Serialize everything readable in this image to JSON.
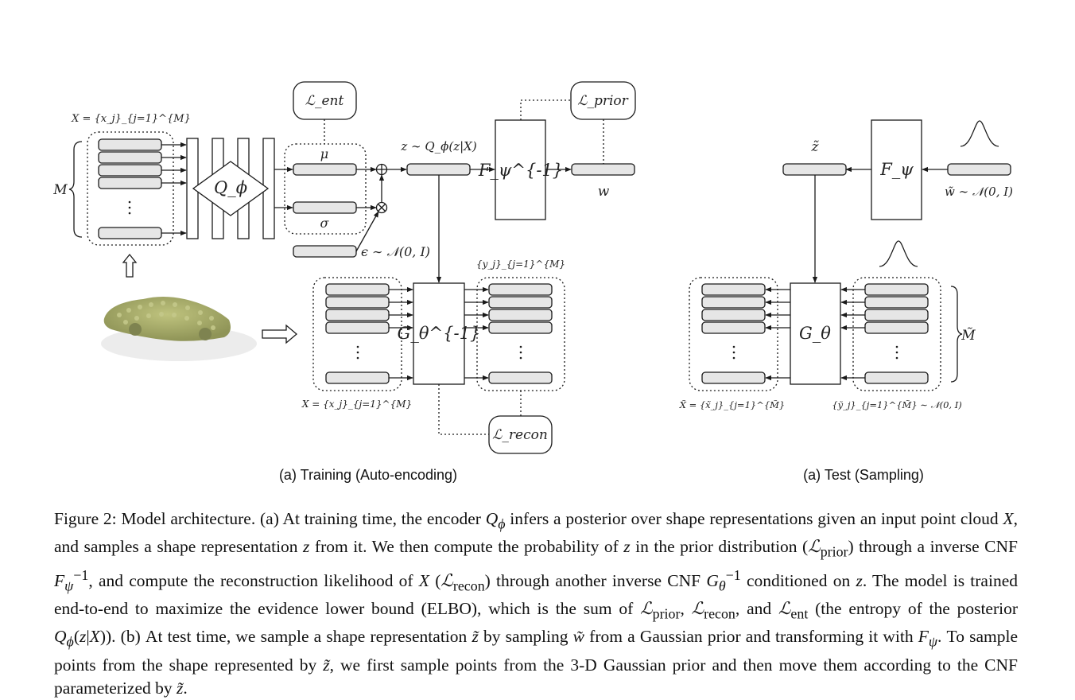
{
  "training_panel": {
    "caption": "(a) Training (Auto-encoding)",
    "input_set_label": "X = {x_j}_{j=1}^{M}",
    "input_count_label": "M",
    "encoder_label": "Q_ϕ",
    "mu_label": "μ",
    "sigma_label": "σ",
    "noise_label": "ϵ ∼ 𝒩(0, I)",
    "latent_label": "z ∼ Q_ϕ(z|X)",
    "prior_flow_label": "F_ψ^{-1}",
    "w_label": "w",
    "loss_ent": "ℒ_ent",
    "loss_prior": "ℒ_prior",
    "loss_recon": "ℒ_recon",
    "point_flow_label": "G_θ^{-1}",
    "output_set_label": "{y_j}_{j=1}^{M}",
    "recon_set_label": "X = {x_j}_{j=1}^{M}"
  },
  "test_panel": {
    "caption": "(a) Test (Sampling)",
    "z_tilde_label": "z̃",
    "prior_flow_label": "F_ψ",
    "w_tilde_label": "w̃ ∼ 𝒩(0, I)",
    "point_flow_label": "G_θ",
    "sample_set_label": "{ỹ_j}_{j=1}^{M̃} ∼ 𝒩(0, I)",
    "output_set_label": "X̃ = {x̃_j}_{j=1}^{M̃}",
    "count_label": "M̃"
  },
  "colors": {
    "bar_fill": "#e6e6e6",
    "stroke": "#1a1a1a",
    "car_green": "#a8ad6a"
  },
  "figure_caption": {
    "p1": "Figure 2: Model architecture. (a) At training time, the encoder ",
    "p2": " infers a posterior over shape representations given an input point cloud ",
    "p3": ", and samples a shape representation ",
    "p4": " from it. We then compute the probability of ",
    "p5": " in the prior distribution (",
    "p6": ") through a inverse CNF ",
    "p7": ", and compute the reconstruction likelihood of ",
    "p8": " (",
    "p9": ") through another inverse CNF ",
    "p10": " conditioned on ",
    "p11": ". The model is trained end-to-end to maximize the evidence lower bound (ELBO), which is the sum of ",
    "p12": ", ",
    "p13": ", and ",
    "p14": " (the entropy of the posterior ",
    "p15": "). (b) At test time, we sample a shape representation ",
    "p16": " by sampling ",
    "p17": " from a Gaussian prior and transforming it with ",
    "p18": ". To sample points from the shape represented by ",
    "p19": ", we first sample points from the 3-D Gaussian prior and then move them according to the CNF parameterized by ",
    "p20": "."
  }
}
